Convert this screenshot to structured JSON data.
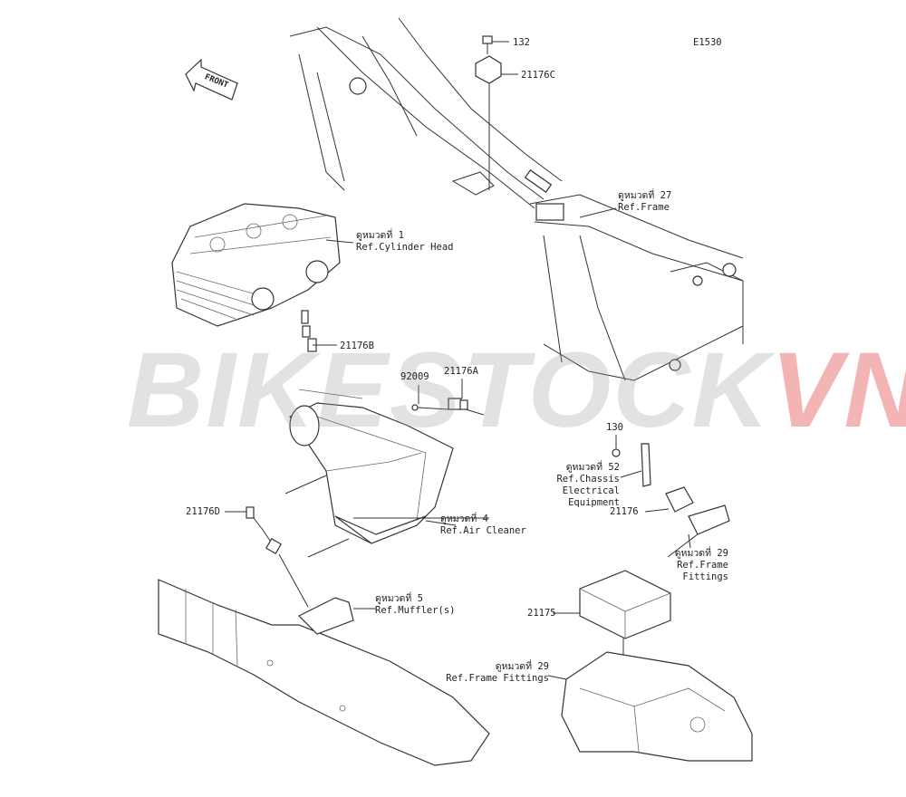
{
  "diagram_code": "E1530",
  "front_arrow_label": "FRONT",
  "watermark": {
    "part1": "BIKESTOCK",
    "part2": "VN",
    "color_gray": "#969696",
    "color_red": "#dc2828"
  },
  "callouts": {
    "c132": "132",
    "c21176C": "21176C",
    "ref_frame_27": "ดูหมวดที่ 27\nRef.Frame",
    "ref_cyl_head": "ดูหมวดที่ 1\nRef.Cylinder Head",
    "c21176B": "21176B",
    "c92009": "92009",
    "c21176A": "21176A",
    "c130": "130",
    "ref_chassis": "ดูหมวดที่ 52\nRef.Chassis\nElectrical\nEquipment",
    "c21176": "21176",
    "ref_frame_fittings_29a": "ดูหมวดที่ 29\nRef.Frame\nFittings",
    "c21176D": "21176D",
    "ref_air_cleaner": "ดูหมวดที่ 4\nRef.Air Cleaner",
    "ref_muffler": "ดูหมวดที่ 5\nRef.Muffler(s)",
    "c21175": "21175",
    "ref_frame_fittings_29b": "ดูหมวดที่ 29\nRef.Frame Fittings"
  }
}
